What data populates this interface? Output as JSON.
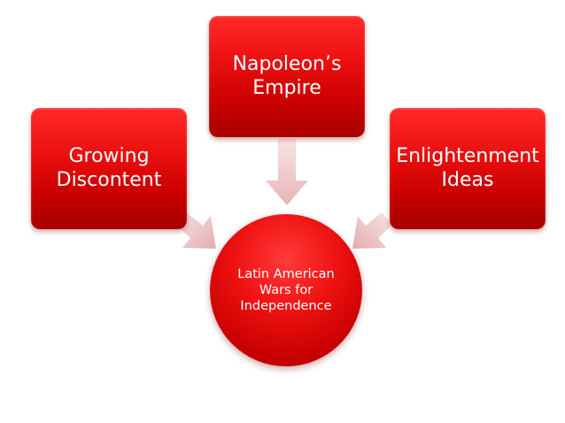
{
  "diagram": {
    "nodes": [
      {
        "id": "discontent",
        "label": "Growing\nDiscontent"
      },
      {
        "id": "napoleon",
        "label": "Napoleon’s\nEmpire"
      },
      {
        "id": "enlightenment",
        "label": "Enlightenment\nIdeas"
      }
    ],
    "center": {
      "label": "Latin American\nWars for\nIndependence"
    },
    "edges": [
      {
        "from": "discontent",
        "to": "center"
      },
      {
        "from": "napoleon",
        "to": "center"
      },
      {
        "from": "enlightenment",
        "to": "center"
      }
    ],
    "colors": {
      "node_fill": "#e01010",
      "arrow_fill": "#f0c8c8",
      "text": "#ffffff"
    }
  }
}
